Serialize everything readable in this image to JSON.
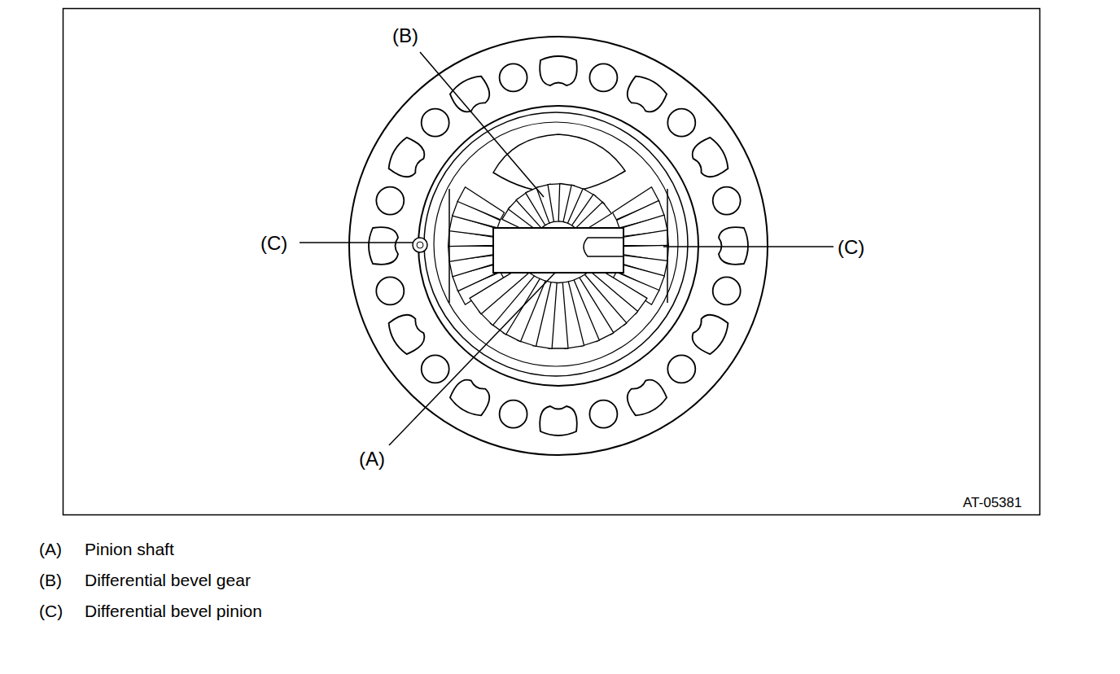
{
  "diagram": {
    "labels": [
      "(B)",
      "(C)",
      "(C)",
      "(A)",
      "AT-05381",
      "(A)",
      "Pinion shaft",
      "(B)",
      "Differential bevel gear",
      "(C)",
      "Differential bevel pinion"
    ]
  }
}
